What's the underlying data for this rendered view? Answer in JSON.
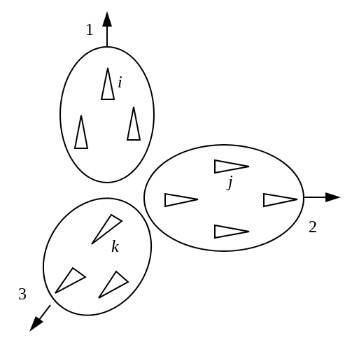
{
  "clusters": [
    {
      "id": "top",
      "element_label": "i",
      "output_label": "1",
      "element_count": 3
    },
    {
      "id": "right",
      "element_label": "j",
      "output_label": "2",
      "element_count": 4
    },
    {
      "id": "bottom-left",
      "element_label": "k",
      "output_label": "3",
      "element_count": 3
    }
  ],
  "colors": {
    "stroke": "#000000",
    "fill": "#ffffff"
  }
}
